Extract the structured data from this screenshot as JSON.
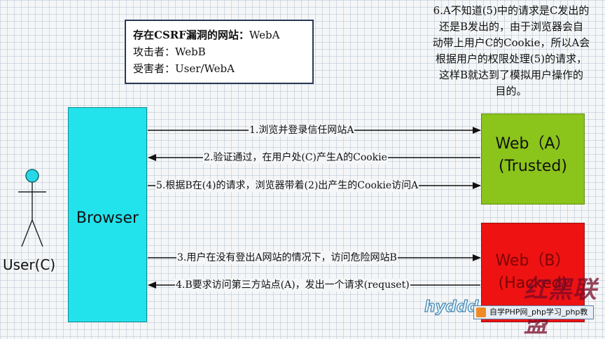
{
  "info_box": {
    "line1_bold": "存在CSRF漏洞的网站：",
    "line1_value": "WebA",
    "line2": "攻击者：WebB",
    "line3": "受害者：User/WebA"
  },
  "note": {
    "lines": [
      "6.A不知道(5)中的请求是C发出的",
      "还是B发出的，由于浏览器会自",
      "动带上用户C的Cookie，所以A会",
      "根据用户的权限处理(5)的请求，",
      "这样B就达到了模拟用户操作的",
      "目的。"
    ]
  },
  "actor": {
    "label": "User(C)"
  },
  "browser": {
    "label": "Browser"
  },
  "web_a": {
    "line1": "Web（A）",
    "line2": "(Trusted)",
    "color": "#8bc41a"
  },
  "web_b": {
    "line1": "Web（B）",
    "line2": "(Hacked)",
    "color": "#ee1212"
  },
  "arrows": [
    {
      "label": "1.浏览并登录信任网站A",
      "direction": "right"
    },
    {
      "label": "2.验证通过，在用户处(C)产生A的Cookie",
      "direction": "left"
    },
    {
      "label": "5.根据B在(4)的请求，浏览器带着(2)出产生的Cookie访问A",
      "direction": "right"
    },
    {
      "label": "3.用户在没有登出A网站的情况下，访问危险网站B",
      "direction": "right"
    },
    {
      "label": "4.B要求访问第三方站点(A)，发出一个请求(requset)",
      "direction": "left"
    }
  ],
  "watermark": {
    "logo": "hyddd",
    "ribbon": "自学PHP网_php学习_php教",
    "stamp": "红黑联盟"
  }
}
